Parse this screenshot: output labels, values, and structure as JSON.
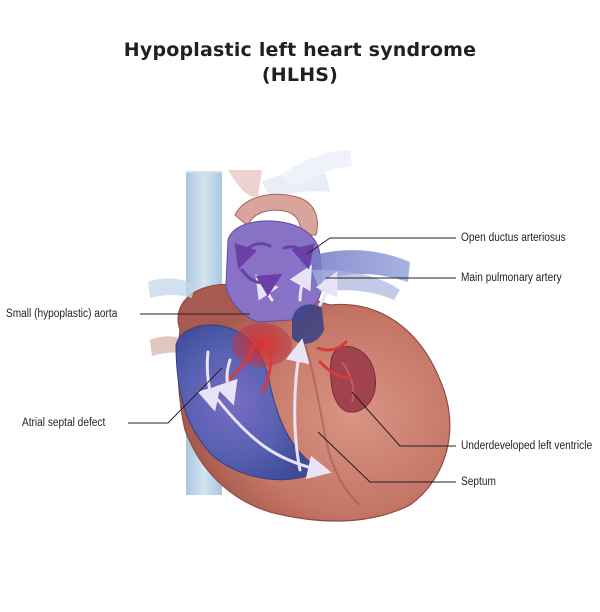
{
  "title": {
    "line1": "Hypoplastic left heart syndrome",
    "line2": "(HLHS)"
  },
  "labels": {
    "open_ductus": "Open ductus arteriosus",
    "main_pulmonary": "Main pulmonary artery",
    "small_aorta": "Small (hypoplastic) aorta",
    "atrial_septal": "Atrial septal defect",
    "underdeveloped_lv": "Underdeveloped left ventricle",
    "septum": "Septum"
  },
  "colors": {
    "heart_muscle": "#c97d6f",
    "deoxygenated_blue": "#5a63b8",
    "vein_light_blue": "#b9d3e8",
    "aorta_purple": "#8c6fc0",
    "oxygenated_red": "#d83a3a",
    "leader_line": "#231f20"
  }
}
